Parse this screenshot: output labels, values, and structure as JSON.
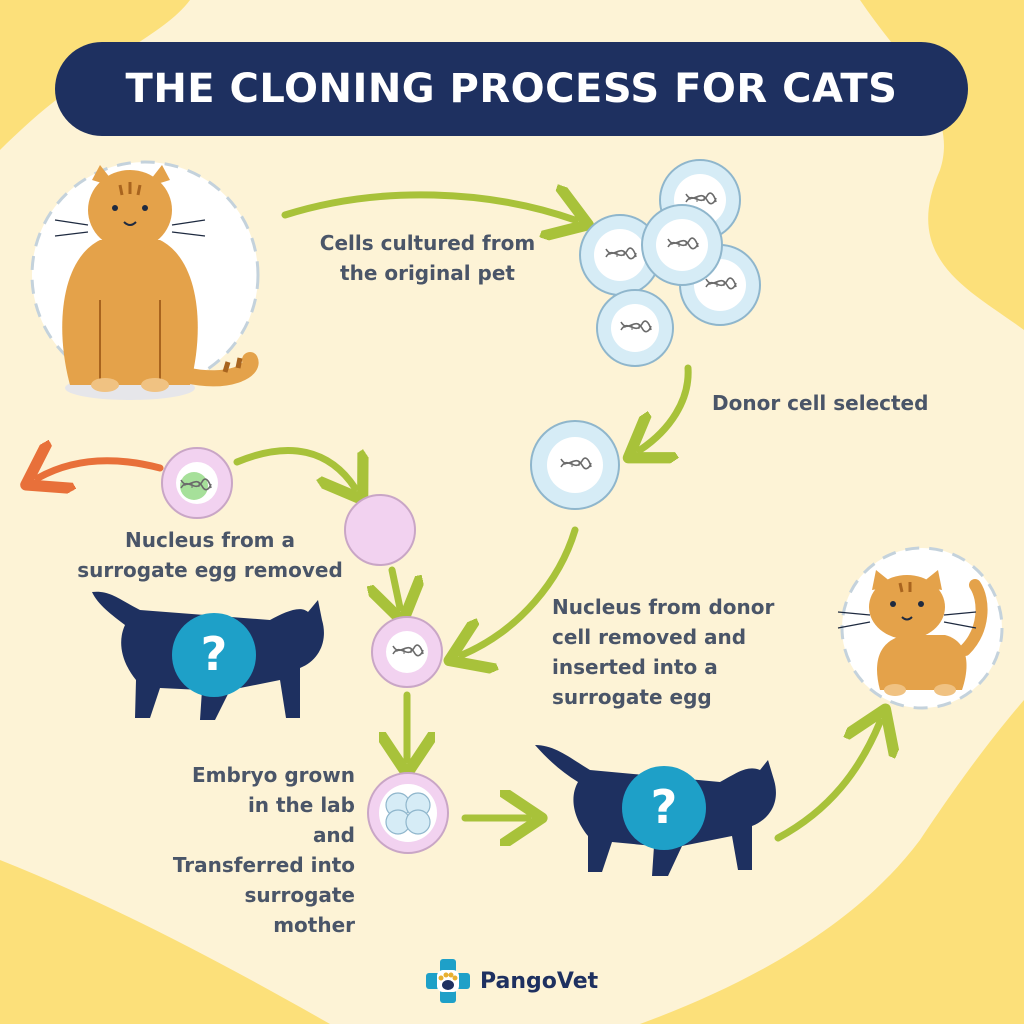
{
  "title": "THE CLONING PROCESS FOR CATS",
  "steps": {
    "cells_cultured": "Cells cultured from\nthe original pet",
    "donor_selected": "Donor cell selected",
    "nucleus_removed": "Nucleus from a\nsurrogate egg removed",
    "nucleus_inserted": "Nucleus from donor\ncell removed and\ninserted into a\nsurrogate egg",
    "embryo": "Embryo grown\nin the lab\nand\nTransferred into\nsurrogate\nmother"
  },
  "logo": {
    "name": "PangoVet"
  },
  "colors": {
    "navy": "#1e3060",
    "teal": "#1ea0c8",
    "arrow_green": "#a8c23a",
    "arrow_orange": "#e8703a",
    "cat_orange": "#e4a24a",
    "cell_blue": "#d6ecf6",
    "egg_pink": "#f2d2f0",
    "bg_cream": "#fdf3d6",
    "bg_yellow": "#fce07a"
  }
}
